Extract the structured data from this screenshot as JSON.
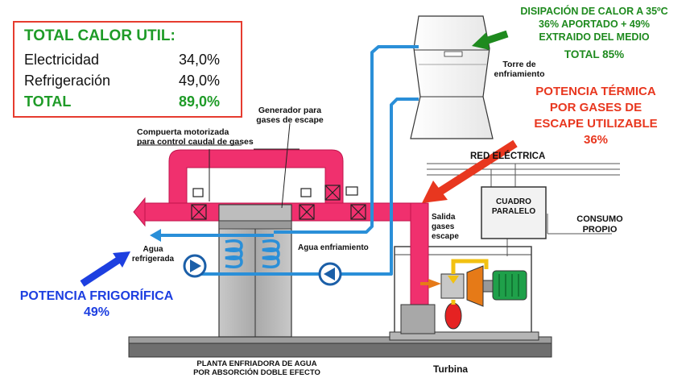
{
  "summary": {
    "title": "TOTAL CALOR UTIL:",
    "rows": [
      {
        "label": "Electricidad",
        "value": "34,0%"
      },
      {
        "label": "Refrigeración",
        "value": "49,0%"
      }
    ],
    "total_label": "TOTAL",
    "total_value": "89,0%"
  },
  "dissipation": {
    "line1": "DISIPACIÓN DE CALOR A 35ºC",
    "line2": "36% APORTADO + 49%",
    "line3": "EXTRAIDO DEL MEDIO",
    "total": "TOTAL 85%"
  },
  "thermal": {
    "line1": "POTENCIA TÉRMICA",
    "line2": "POR GASES DE",
    "line3": "ESCAPE UTILIZABLE",
    "value": "36%"
  },
  "cooling_power": {
    "line1": "POTENCIA FRIGORÍFICA",
    "value": "49%"
  },
  "labels": {
    "tower_1": "Torre de",
    "tower_2": "enfriamiento",
    "generator_1": "Generador para",
    "generator_2": "gases de escape",
    "damper_1": "Compuerta motorizada",
    "damper_2": "para control caudal de gases",
    "grid": "RED ELÉCTRICA",
    "panel_1": "CUADRO",
    "panel_2": "PARALELO",
    "self_1": "CONSUMO",
    "self_2": "PROPIO",
    "exhaust_1": "Salida",
    "exhaust_2": "gases",
    "exhaust_3": "escape",
    "chilled_1": "Agua",
    "chilled_2": "refrigerada",
    "cooling_water": "Agua enfriamiento",
    "plant_1": "PLANTA ENFRIADORA DE AGUA",
    "plant_2": "POR ABSORCIÓN DOBLE EFECTO",
    "turbine": "Turbina"
  },
  "colors": {
    "gas_duct": "#f0306e",
    "water_pipe": "#2a8fd8",
    "frame_green": "#1e9b27",
    "frame_red": "#e63c2f",
    "arrow_blue": "#1d3fe0",
    "arrow_red": "#e8371f",
    "arrow_green": "#1e8a1e"
  }
}
